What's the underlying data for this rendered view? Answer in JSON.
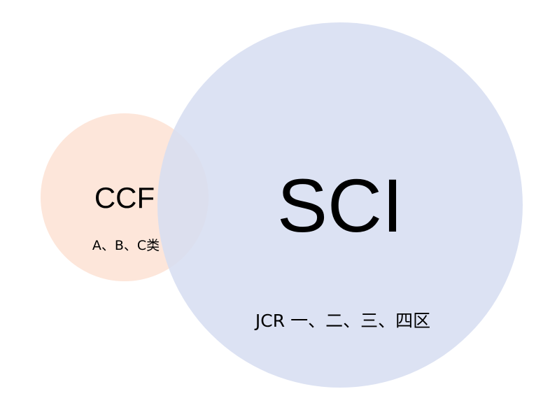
{
  "diagram": {
    "ccf": {
      "title": "CCF",
      "subtitle": "A、B、C类",
      "color": "#fde6da"
    },
    "sci": {
      "title": "SCI",
      "subtitle": "JCR 一、二、三、四区",
      "color": "#d6ddf1"
    }
  }
}
